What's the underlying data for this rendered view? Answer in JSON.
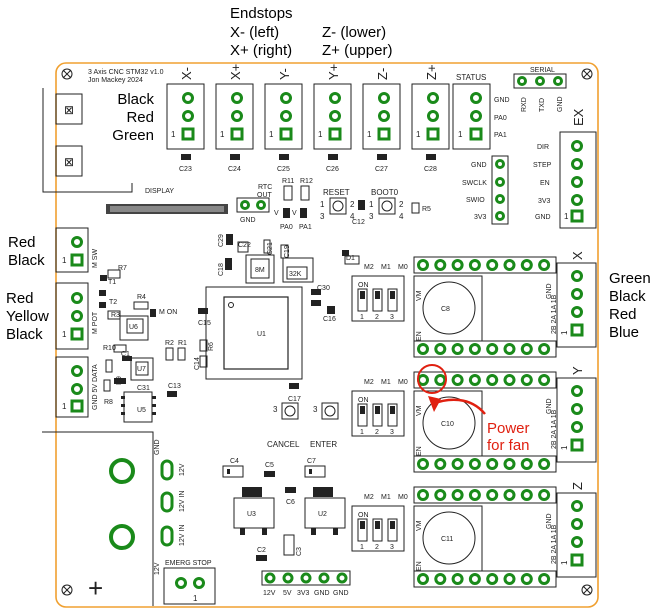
{
  "annotations": {
    "endstops_title": "Endstops",
    "x_minus_left": "X-  (left)",
    "x_plus_right": "X+ (right)",
    "z_minus_lower": "Z-  (lower)",
    "z_plus_upper": "Z+ (upper)",
    "black": "Black",
    "red": "Red",
    "green": "Green",
    "left_red1": "Red",
    "left_black1": "Black",
    "left_red2": "Red",
    "left_yellow": "Yellow",
    "left_black2": "Black",
    "right_green": "Green",
    "right_black": "Black",
    "right_red": "Red",
    "right_blue": "Blue",
    "power_for_fan_1": "Power",
    "power_for_fan_2": "for fan"
  },
  "board": {
    "title_line1": "3 Axis CNC STM32 v1.0",
    "title_line2": "Jon Mackey 2024",
    "outline_color": "#f0a030",
    "silkscreen_color": "#222222",
    "pin_color": "#1a8a1a",
    "annotation_color": "#e02010"
  },
  "connectors": {
    "x_minus": "X-",
    "x_plus": "X+",
    "y_minus": "Y-",
    "y_plus": "Y+",
    "z_minus": "Z-",
    "z_plus": "Z+",
    "status": "STATUS",
    "serial": "SERIAL",
    "ex": "EX",
    "x": "X",
    "y": "Y",
    "z": "Z",
    "display": "DISPLAY",
    "emerg_stop": "EMERG STOP",
    "m_sw": "M SW",
    "m_pot": "M POT",
    "gnd_5v_data": "GND 5V DATA",
    "cancel": "CANCEL",
    "enter": "ENTER",
    "reset": "RESET",
    "boot0": "BOOT0",
    "rtc_out": "RTC\nOUT",
    "m_on": "M ON"
  },
  "pin_labels": {
    "status": [
      "GND",
      "PA0",
      "PA1"
    ],
    "serial": [
      "RXD",
      "TXD",
      "GND"
    ],
    "swd": [
      "GND",
      "SWCLK",
      "SWIO",
      "3V3"
    ],
    "ex": [
      "DIR",
      "STEP",
      "EN",
      "3V3",
      "GND"
    ],
    "power_header": [
      "12V",
      "5V",
      "3V3",
      "GND",
      "GND"
    ],
    "motor": "2B 2A 1A 1B",
    "jumpers": [
      "M2",
      "M1",
      "M0"
    ],
    "power_in": [
      "12V",
      "12V IN",
      "12V IN"
    ],
    "gnd": "GND",
    "vm": "VM",
    "en": "EN",
    "twelve_v": "12V",
    "num_1": "1",
    "num_2": "2",
    "num_3": "3",
    "num_4": "4",
    "v": "V",
    "pa0": "PA0",
    "pa1": "PA1",
    "on": "ON"
  },
  "components": {
    "c23": "C23",
    "c24": "C24",
    "c25": "C25",
    "c26": "C26",
    "c27": "C27",
    "c28": "C28",
    "r11": "R11",
    "r12": "R12",
    "r5": "R5",
    "c12": "C12",
    "c29": "C29",
    "c22": "C22",
    "c21": "C21",
    "c19": "C19",
    "c18": "C18",
    "8m": "8M",
    "32k": "32K",
    "d1": "D1",
    "c30": "C30",
    "c16": "C16",
    "c15": "C15",
    "u1": "U1",
    "r6": "R6",
    "c14": "C14",
    "c8": "C8",
    "c10": "C10",
    "c11": "C11",
    "r7": "R7",
    "t1": "T1",
    "t2": "T2",
    "r4": "R4",
    "r3": "R3",
    "u6": "U6",
    "r2": "R2",
    "r1": "R1",
    "r10": "R10",
    "c1": "C1",
    "r9": "R9",
    "u7": "U7",
    "c31": "C31",
    "r8": "R8",
    "u5": "U5",
    "c13": "C13",
    "c17": "C17",
    "c4": "C4",
    "c5": "C5",
    "c7": "C7",
    "c6": "C6",
    "u3": "U3",
    "u2": "U2",
    "c2": "C2",
    "c3": "C3"
  }
}
